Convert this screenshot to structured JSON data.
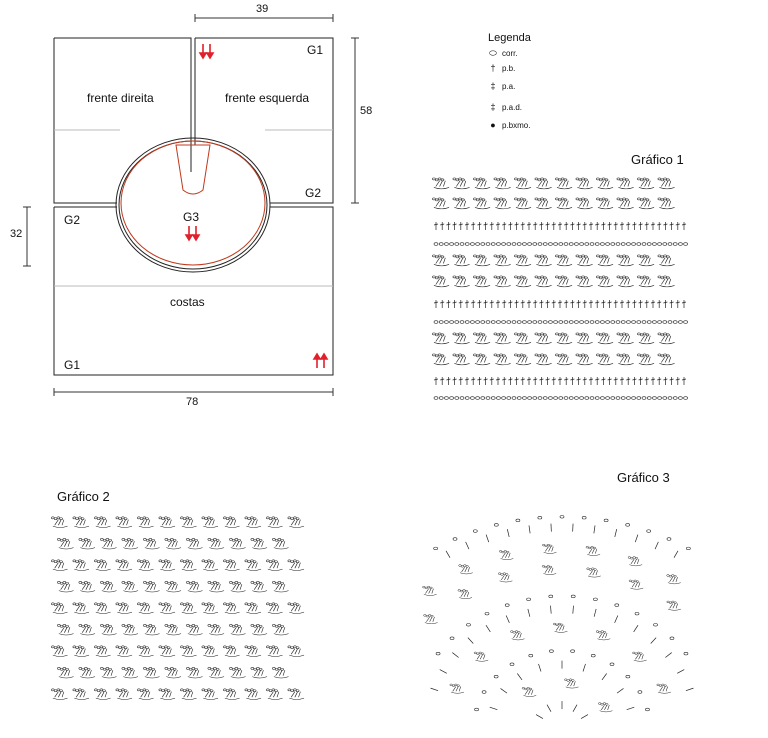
{
  "schematic": {
    "dim_top": "39",
    "dim_right": "58",
    "dim_left": "32",
    "dim_bottom": "78",
    "piece_front_right": "frente direita",
    "piece_front_left": "frente esquerda",
    "piece_back": "costas",
    "g1_top": "G1",
    "g2_right": "G2",
    "g2_left": "G2",
    "g3": "G3",
    "g1_bottom": "G1",
    "arrow_color": "#e0202a",
    "neck_color": "#c0381c"
  },
  "legend": {
    "title": "Legenda",
    "items": [
      {
        "symbol": "chain-icon",
        "label": "corr."
      },
      {
        "symbol": "single-crochet-icon",
        "label": "p.b."
      },
      {
        "symbol": "double-crochet-icon",
        "label": "p.a."
      },
      {
        "symbol": "treble-crochet-icon",
        "label": "p.a.d."
      },
      {
        "symbol": "slip-stitch-icon",
        "label": "p.bxmo."
      }
    ]
  },
  "charts": {
    "chart1_title": "Gráfico 1",
    "chart2_title": "Gráfico 2",
    "chart3_title": "Gráfico 3"
  }
}
